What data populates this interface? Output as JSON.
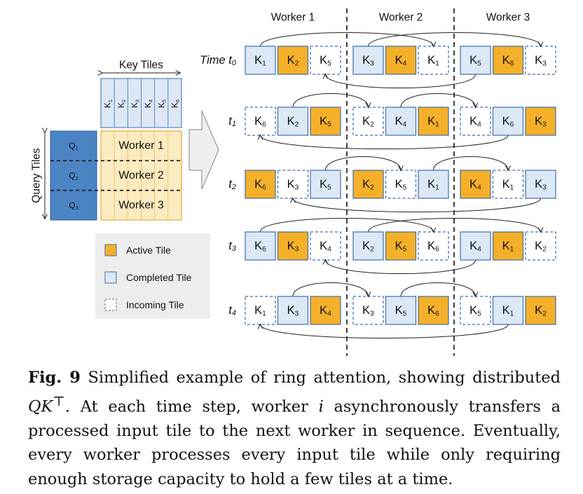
{
  "figure": {
    "key_tiles_label": "Key Tiles",
    "query_tiles_label": "Query Tiles",
    "key_tiles": [
      "K1",
      "K2",
      "K3",
      "K4",
      "K5",
      "K6"
    ],
    "query_tiles": [
      "Q1",
      "Q2",
      "Q3"
    ],
    "worker_rows": [
      "Worker 1",
      "Worker 2",
      "Worker 3"
    ],
    "worker_headers": [
      "Worker 1",
      "Worker 2",
      "Worker 3"
    ],
    "legend": [
      {
        "key": "active",
        "label": "Active Tile"
      },
      {
        "key": "completed",
        "label": "Completed Tile"
      },
      {
        "key": "incoming",
        "label": "Incoming Tile"
      }
    ],
    "colors": {
      "active": "#F5B02A",
      "completed": "#DCE8F5",
      "tile_border": "#3D6FA8",
      "query_fill": "#4B84C4",
      "key_fill": "#DCE8F5",
      "worker_fill": "#FBEBC0",
      "worker_border": "#E2A93A",
      "legend_bg": "#EDEDED"
    },
    "time_steps": [
      {
        "label": "Time t0",
        "workers": [
          [
            {
              "k": "1",
              "s": "completed"
            },
            {
              "k": "2",
              "s": "active"
            },
            {
              "k": "5",
              "s": "incoming"
            }
          ],
          [
            {
              "k": "3",
              "s": "completed"
            },
            {
              "k": "4",
              "s": "active"
            },
            {
              "k": "1",
              "s": "incoming"
            }
          ],
          [
            {
              "k": "5",
              "s": "completed"
            },
            {
              "k": "6",
              "s": "active"
            },
            {
              "k": "3",
              "s": "incoming"
            }
          ]
        ]
      },
      {
        "label": "t1",
        "workers": [
          [
            {
              "k": "6",
              "s": "incoming"
            },
            {
              "k": "2",
              "s": "completed"
            },
            {
              "k": "5",
              "s": "active"
            }
          ],
          [
            {
              "k": "2",
              "s": "incoming"
            },
            {
              "k": "4",
              "s": "completed"
            },
            {
              "k": "1",
              "s": "active"
            }
          ],
          [
            {
              "k": "4",
              "s": "incoming"
            },
            {
              "k": "6",
              "s": "completed"
            },
            {
              "k": "3",
              "s": "active"
            }
          ]
        ]
      },
      {
        "label": "t2",
        "workers": [
          [
            {
              "k": "6",
              "s": "active"
            },
            {
              "k": "3",
              "s": "incoming"
            },
            {
              "k": "5",
              "s": "completed"
            }
          ],
          [
            {
              "k": "2",
              "s": "active"
            },
            {
              "k": "5",
              "s": "incoming"
            },
            {
              "k": "1",
              "s": "completed"
            }
          ],
          [
            {
              "k": "4",
              "s": "active"
            },
            {
              "k": "1",
              "s": "incoming"
            },
            {
              "k": "3",
              "s": "completed"
            }
          ]
        ]
      },
      {
        "label": "t3",
        "workers": [
          [
            {
              "k": "6",
              "s": "completed"
            },
            {
              "k": "3",
              "s": "active"
            },
            {
              "k": "4",
              "s": "incoming"
            }
          ],
          [
            {
              "k": "2",
              "s": "completed"
            },
            {
              "k": "5",
              "s": "active"
            },
            {
              "k": "6",
              "s": "incoming"
            }
          ],
          [
            {
              "k": "4",
              "s": "completed"
            },
            {
              "k": "1",
              "s": "active"
            },
            {
              "k": "2",
              "s": "incoming"
            }
          ]
        ]
      },
      {
        "label": "t4",
        "workers": [
          [
            {
              "k": "1",
              "s": "incoming"
            },
            {
              "k": "3",
              "s": "completed"
            },
            {
              "k": "4",
              "s": "active"
            }
          ],
          [
            {
              "k": "3",
              "s": "incoming"
            },
            {
              "k": "5",
              "s": "completed"
            },
            {
              "k": "6",
              "s": "active"
            }
          ],
          [
            {
              "k": "5",
              "s": "incoming"
            },
            {
              "k": "1",
              "s": "completed"
            },
            {
              "k": "2",
              "s": "active"
            }
          ]
        ]
      }
    ]
  },
  "caption": {
    "label": "Fig. 9",
    "text_1": "Simplified example of ring attention, showing distributed",
    "math_qk": "QK",
    "math_sup": "⊤",
    "text_2": ". At each time step, worker",
    "math_i": "i",
    "text_3": "asynchronously transfers a processed input tile to the next worker in sequence. Eventually, every worker processes every input tile while only requiring enough storage capacity to hold a few tiles at a time."
  }
}
